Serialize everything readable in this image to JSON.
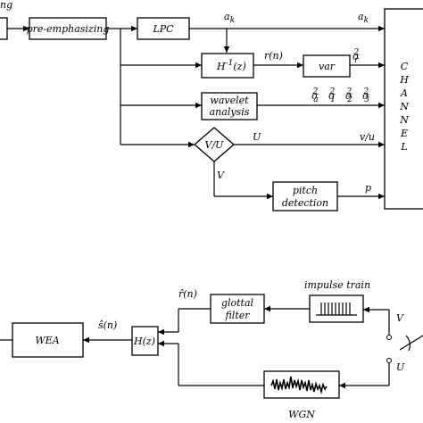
{
  "top": {
    "cut_label": "ng",
    "pre_emphasizing": "pre-emphasizing",
    "lpc": "LPC",
    "ak_1": "a",
    "ak_1_sub": "k",
    "ak_2": "a",
    "ak_2_sub": "k",
    "inverse_filter": "H",
    "inverse_filter_sup": "-1",
    "inverse_filter_arg": "(z)",
    "residual": "r(n)",
    "var": "var",
    "var_out": "σ",
    "var_out_sub": "r",
    "var_out_sup": "2",
    "wavelet_1": "wavelet",
    "wavelet_2": "analysis",
    "wavelet_out": "σ",
    "wavelet_subs": [
      "a",
      "1",
      "2",
      "3"
    ],
    "wavelet_sup": "2",
    "vu": "V/U",
    "u_label": "U",
    "vu_out": "v/u",
    "v_label": "V",
    "pitch_1": "pitch",
    "pitch_2": "detection",
    "p_label": "p",
    "channel": [
      "C",
      "H",
      "A",
      "N",
      "N",
      "E",
      "L"
    ]
  },
  "bottom": {
    "impulse_train": "impulse train",
    "glottal_1": "glottal",
    "glottal_2": "filter",
    "r_hat": "r̂(n)",
    "s_hat": "ŝ(n)",
    "hz": "H(z)",
    "wea": "WEA",
    "v_switch": "V",
    "u_switch": "U",
    "wgn": "WGN"
  }
}
